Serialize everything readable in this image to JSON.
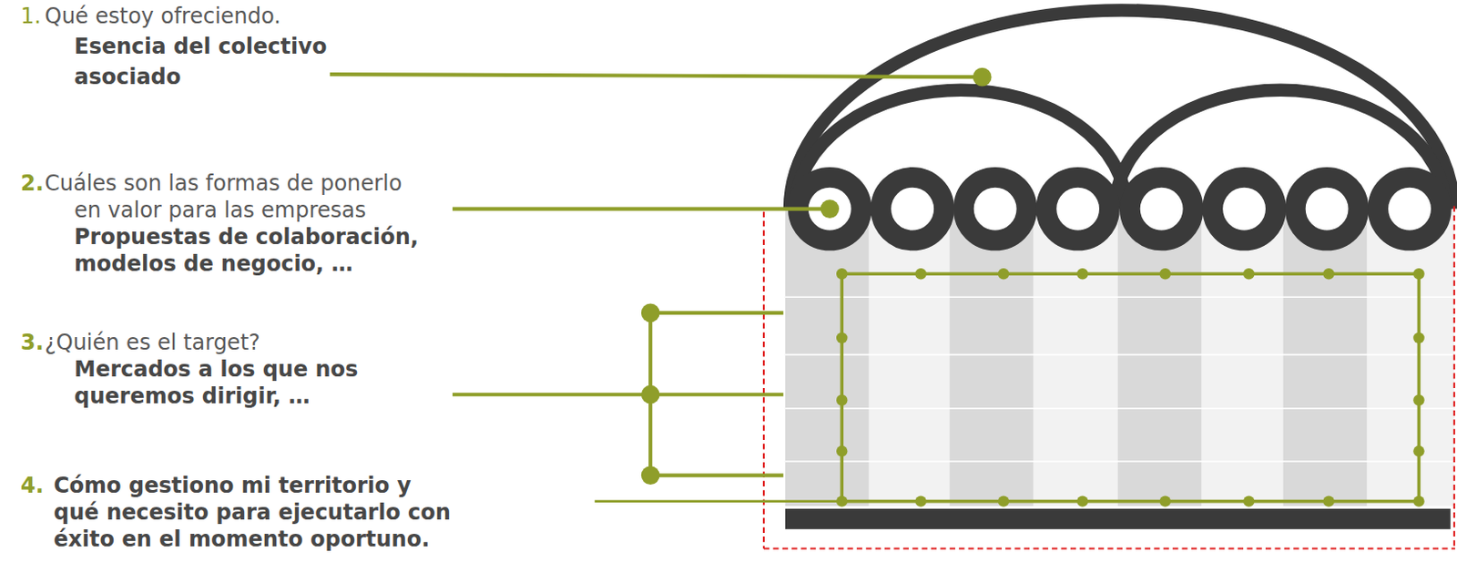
{
  "diagram": {
    "labels": [
      "1.",
      "Qué estoy ofreciendo.",
      "Esencia del colectivo asociado",
      "2.",
      "Cuáles son las formas de ponerlo en valor para las empresas",
      "Propuestas de colaboración, modelos de negocio, …",
      "3.",
      "¿Quién es el target?",
      "Mercados a los que nos queremos dirigir, …",
      "4.",
      "Cómo gestiono mi territorio y qué necesito para ejecutarlo con éxito en el momento oportuno."
    ]
  }
}
